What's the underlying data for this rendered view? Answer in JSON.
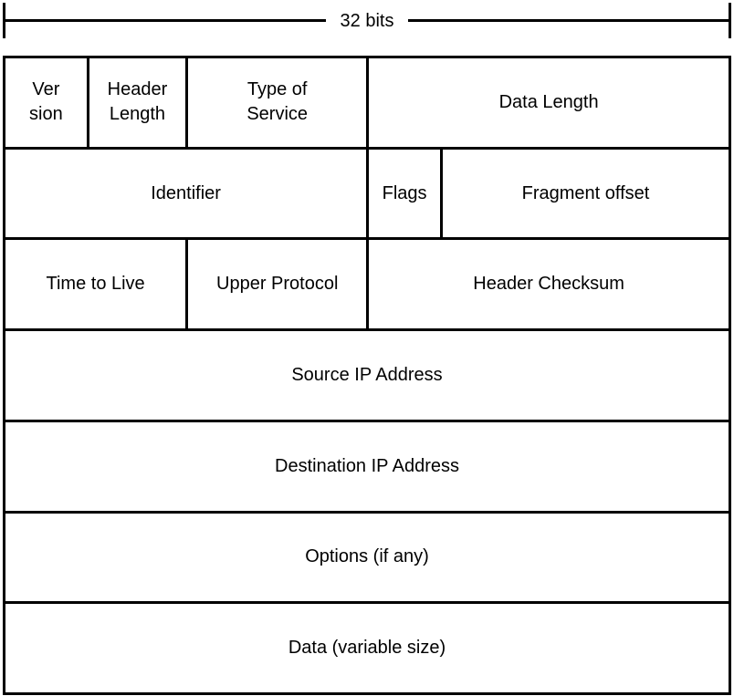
{
  "diagram": {
    "bits_label": "32 bits",
    "fields": {
      "version": "Ver\nsion",
      "header_length": "Header\nLength",
      "type_of_service": "Type of\nService",
      "data_length": "Data Length",
      "identifier": "Identifier",
      "flags": "Flags",
      "fragment_offset": "Fragment offset",
      "time_to_live": "Time to Live",
      "upper_protocol": "Upper Protocol",
      "header_checksum": "Header Checksum",
      "source_ip": "Source IP Address",
      "destination_ip": "Destination IP Address",
      "options": "Options (if any)",
      "data": "Data (variable size)"
    },
    "colors": {
      "line": "#000000",
      "background": "#ffffff",
      "text": "#000000"
    }
  }
}
